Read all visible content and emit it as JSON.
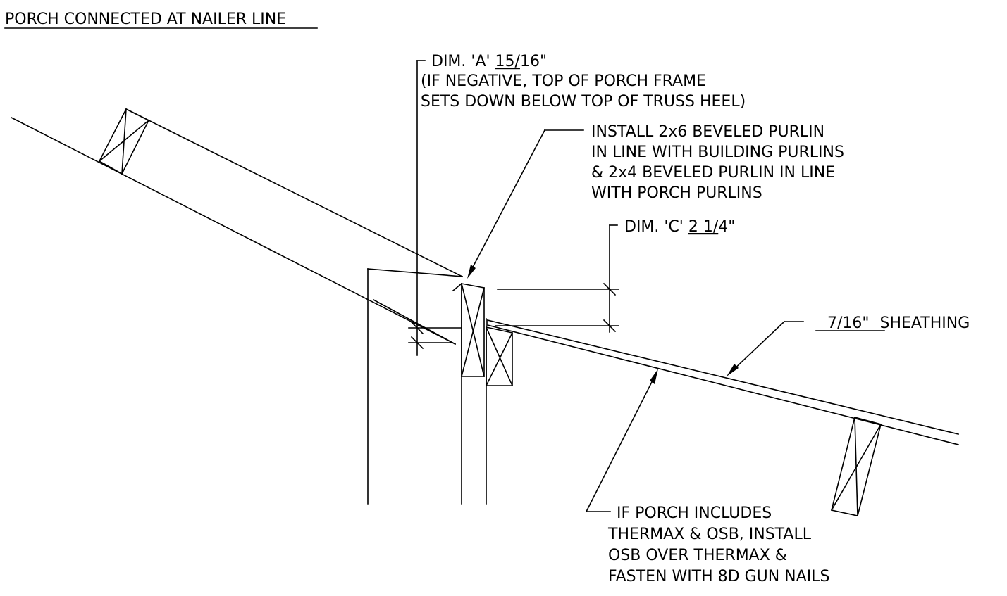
{
  "title": "PORCH CONNECTED AT NAILER LINE",
  "callouts": {
    "dim_a": {
      "prefix": "DIM. 'A' ",
      "value_u1": "15/",
      "value_rest": "16\"",
      "line2": "(IF NEGATIVE, TOP OF PORCH FRAME",
      "line3": "SETS DOWN BELOW TOP OF TRUSS HEEL)"
    },
    "purlin": {
      "line1": "INSTALL 2x6 BEVELED PURLIN",
      "line2": "IN LINE WITH BUILDING PURLINS",
      "line3": "& 2x4 BEVELED PURLIN IN LINE",
      "line4": "WITH PORCH PURLINS"
    },
    "dim_c": {
      "prefix": "DIM. 'C' ",
      "value_u1": "2 1/",
      "value_rest": "4\""
    },
    "sheathing": {
      "value": "7/16\"",
      "label": " SHEATHING"
    },
    "thermax": {
      "line1": "IF PORCH INCLUDES",
      "line2": "THERMAX & OSB, INSTALL",
      "line3": "OSB OVER THERMAX &",
      "line4": "FASTEN WITH 8D GUN NAILS"
    }
  }
}
